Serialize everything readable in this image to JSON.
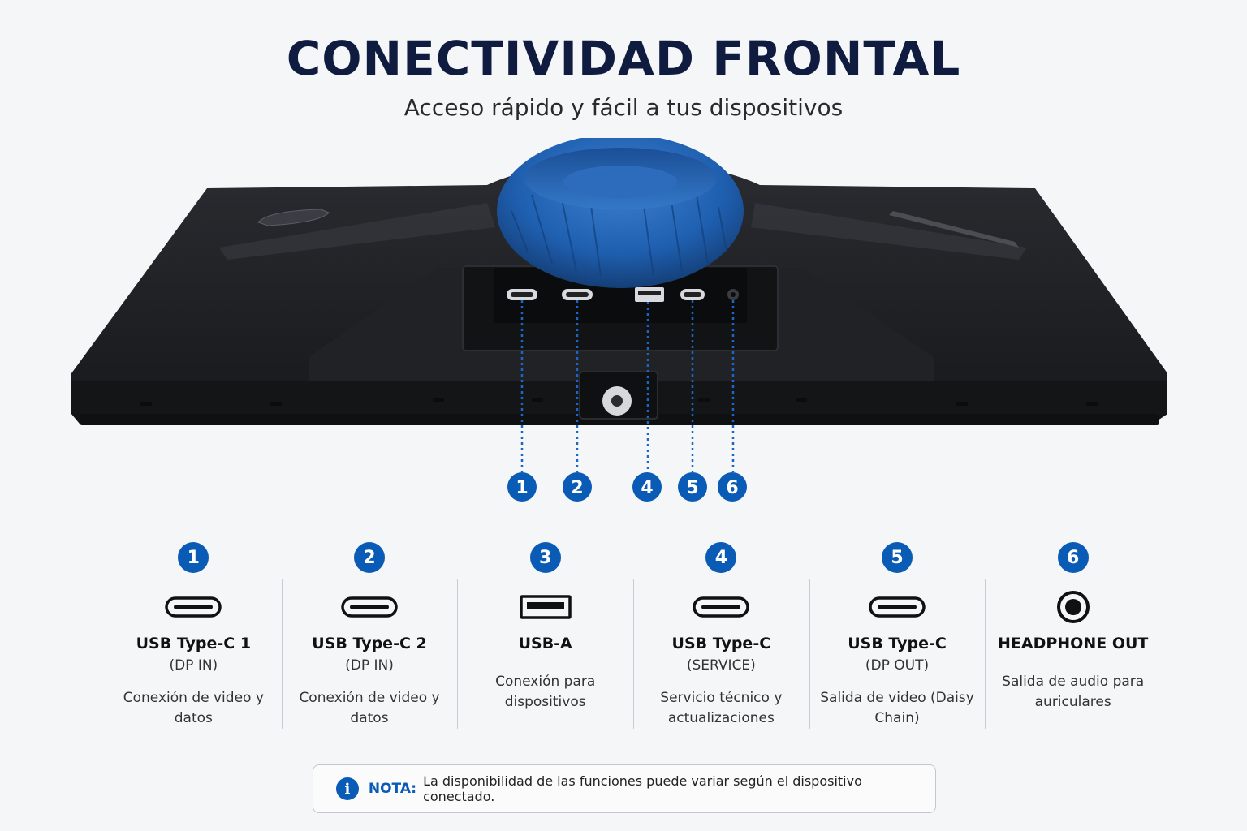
{
  "header": {
    "title": "CONECTIVIDAD FRONTAL",
    "subtitle": "Acceso rápido y fácil a tus dispositivos"
  },
  "callouts": [
    "1",
    "2",
    "4",
    "5",
    "6"
  ],
  "ports": [
    {
      "number": "1",
      "icon": "usb-c-icon",
      "name": "USB Type-C 1",
      "sub": "(DP IN)",
      "desc": "Conexión de video y datos"
    },
    {
      "number": "2",
      "icon": "usb-c-icon",
      "name": "USB Type-C 2",
      "sub": "(DP IN)",
      "desc": "Conexión de video y datos"
    },
    {
      "number": "3",
      "icon": "usb-a-icon",
      "name": "USB-A",
      "sub": "",
      "desc": "Conexión para dispositivos"
    },
    {
      "number": "4",
      "icon": "usb-c-icon",
      "name": "USB Type-C",
      "sub": "(SERVICE)",
      "desc": "Servicio técnico y actualizaciones"
    },
    {
      "number": "5",
      "icon": "usb-c-icon",
      "name": "USB Type-C",
      "sub": "(DP OUT)",
      "desc": "Salida de video (Daisy Chain)"
    },
    {
      "number": "6",
      "icon": "headphone-jack-icon",
      "name": "HEADPHONE OUT",
      "sub": "",
      "desc": "Salida de audio para auriculares"
    }
  ],
  "note": {
    "icon": "info-icon",
    "label": "NOTA:",
    "text": "La disponibilidad de las funciones puede variar según el dispositivo conectado."
  },
  "colors": {
    "accent": "#0a5bb5",
    "title": "#0f1c3f",
    "monitor_body": "#1e2024",
    "stand_ring": "#1f5fb0"
  }
}
